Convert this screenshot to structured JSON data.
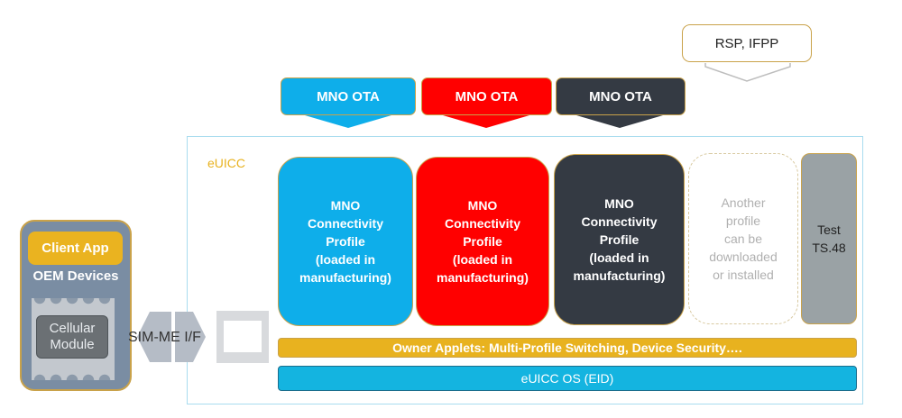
{
  "ota_callouts": [
    {
      "label": "MNO OTA",
      "color": "#0eaeea"
    },
    {
      "label": "MNO OTA",
      "color": "#ff0000"
    },
    {
      "label": "MNO OTA",
      "color": "#343a43"
    }
  ],
  "rsp_callout": {
    "label": "RSP, IFPP"
  },
  "euicc": {
    "label": "eUICC",
    "profiles": [
      {
        "lines": [
          "MNO",
          "Connectivity",
          "Profile",
          "(loaded in",
          "manufacturing)"
        ],
        "color": "#0eaeea"
      },
      {
        "lines": [
          "MNO",
          "Connectivity",
          "Profile",
          "(loaded in",
          "manufacturing)"
        ],
        "color": "#ff0000"
      },
      {
        "lines": [
          "MNO",
          "Connectivity",
          "Profile",
          "(loaded in",
          "manufacturing)"
        ],
        "color": "#343a43"
      }
    ],
    "placeholder_profile": {
      "lines": [
        "Another",
        "profile",
        "can be",
        "downloaded",
        "or installed"
      ]
    },
    "test_profile": {
      "lines": [
        "Test",
        "TS.48"
      ]
    },
    "applets_bar": "Owner Applets: Multi-Profile Switching, Device Security….",
    "os_bar": "eUICC OS (EID)"
  },
  "device": {
    "client_app": "Client App",
    "label": "OEM Devices",
    "module_lines": [
      "Cellular",
      "Module"
    ]
  },
  "interface": {
    "label": "SIM-ME I/F"
  }
}
